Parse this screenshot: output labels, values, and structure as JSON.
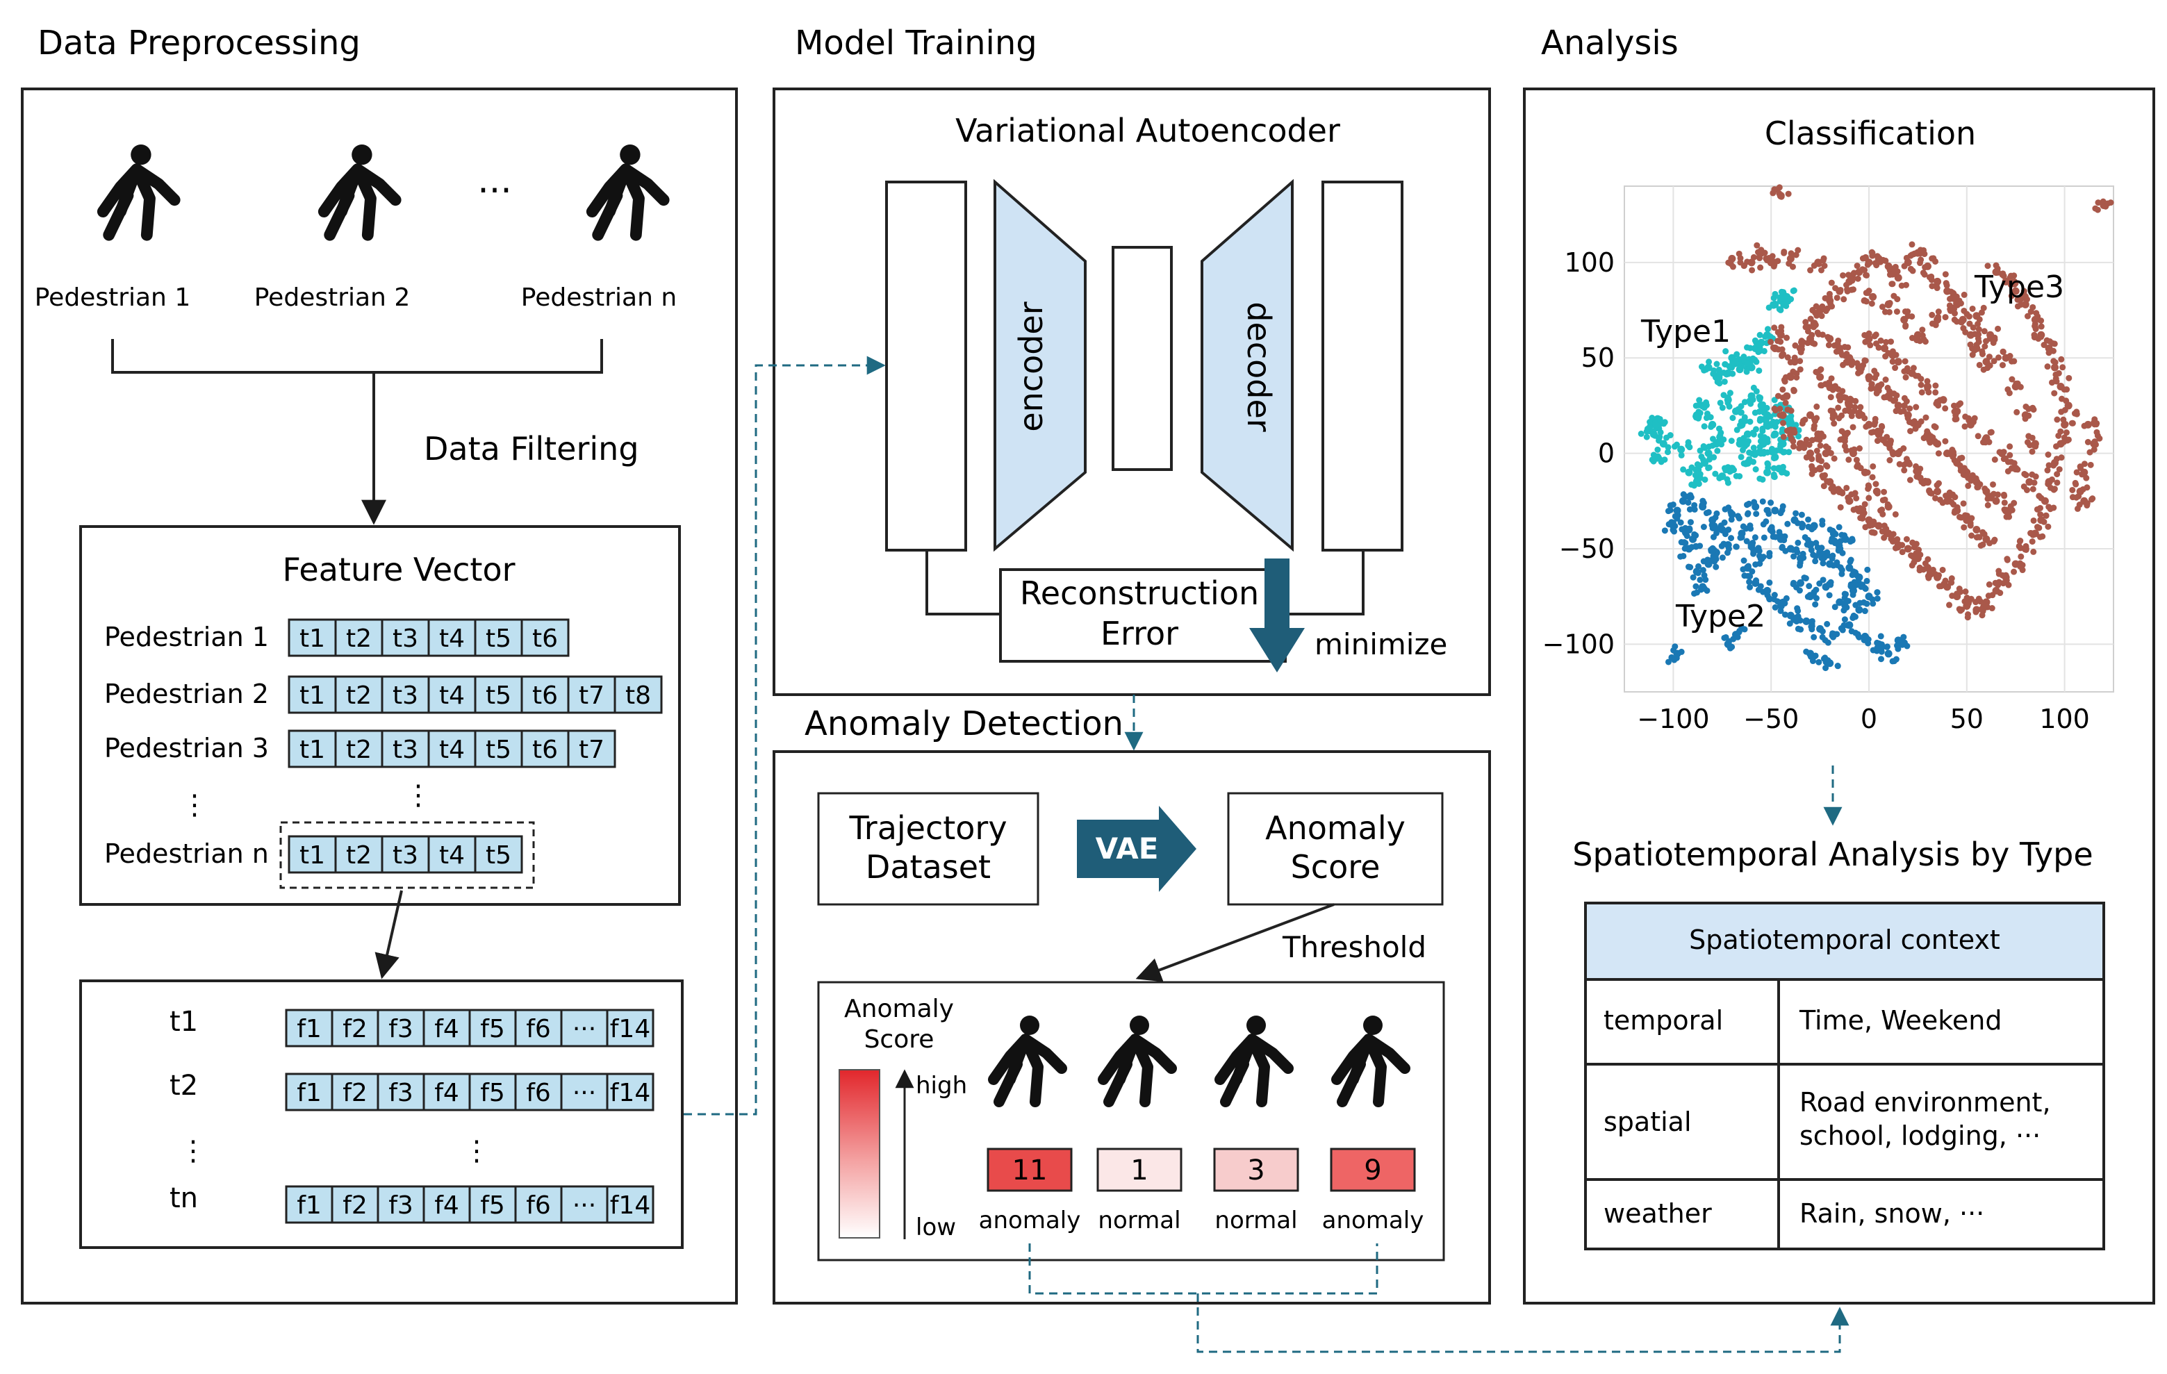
{
  "sections": {
    "preprocessing": "Data Preprocessing",
    "training": "Model Training",
    "analysis": "Analysis",
    "anomaly": "Anomaly Detection"
  },
  "preprocessing": {
    "pedestrians": [
      "Pedestrian 1",
      "Pedestrian 2",
      "Pedestrian n"
    ],
    "ellipsis": "···",
    "filtering": "Data Filtering",
    "feature_title": "Feature Vector",
    "rows": [
      {
        "label": "Pedestrian 1",
        "cells": [
          "t1",
          "t2",
          "t3",
          "t4",
          "t5",
          "t6"
        ]
      },
      {
        "label": "Pedestrian 2",
        "cells": [
          "t1",
          "t2",
          "t3",
          "t4",
          "t5",
          "t6",
          "t7",
          "t8"
        ]
      },
      {
        "label": "Pedestrian 3",
        "cells": [
          "t1",
          "t2",
          "t3",
          "t4",
          "t5",
          "t6",
          "t7"
        ]
      },
      {
        "label": "Pedestrian n",
        "cells": [
          "t1",
          "t2",
          "t3",
          "t4",
          "t5"
        ]
      }
    ],
    "vdots": "⋮",
    "frows": [
      {
        "label": "t1",
        "cells": [
          "f1",
          "f2",
          "f3",
          "f4",
          "f5",
          "f6",
          "···",
          "f14"
        ]
      },
      {
        "label": "t2",
        "cells": [
          "f1",
          "f2",
          "f3",
          "f4",
          "f5",
          "f6",
          "···",
          "f14"
        ]
      },
      {
        "label": "tn",
        "cells": [
          "f1",
          "f2",
          "f3",
          "f4",
          "f5",
          "f6",
          "···",
          "f14"
        ]
      }
    ]
  },
  "training": {
    "title": "Variational Autoencoder",
    "encoder": "encoder",
    "decoder": "decoder",
    "recon1": "Reconstruction",
    "recon2": "Error",
    "minimize": "minimize"
  },
  "anomaly": {
    "traj1": "Trajectory",
    "traj2": "Dataset",
    "vae": "VAE",
    "score1": "Anomaly",
    "score2": "Score",
    "threshold": "Threshold",
    "legend1": "Anomaly",
    "legend2": "Score",
    "high": "high",
    "low": "low",
    "results": [
      {
        "value": "11",
        "label": "anomaly",
        "color": "#e84b4b"
      },
      {
        "value": "1",
        "label": "normal",
        "color": "#fbe7e7"
      },
      {
        "value": "3",
        "label": "normal",
        "color": "#f7cccc"
      },
      {
        "value": "9",
        "label": "anomaly",
        "color": "#ee6565"
      }
    ]
  },
  "analysis": {
    "class_title": "Classification",
    "type1": "Type1",
    "type2": "Type2",
    "type3": "Type3",
    "st_title": "Spatiotemporal Analysis by Type",
    "table_header": "Spatiotemporal context",
    "table_rows": [
      {
        "key": "temporal",
        "val1": "Time, Weekend",
        "val2": ""
      },
      {
        "key": "spatial",
        "val1": "Road environment,",
        "val2": "school, lodging, ···"
      },
      {
        "key": "weather",
        "val1": "Rain, snow, ···",
        "val2": ""
      }
    ]
  },
  "chart_data": {
    "type": "scatter",
    "xlim": [
      -125,
      125
    ],
    "ylim": [
      -125,
      140
    ],
    "x_ticks": [
      -100,
      -50,
      0,
      50,
      100
    ],
    "y_ticks": [
      100,
      50,
      0,
      -50,
      -100
    ],
    "x_tick_labels": [
      "−100",
      "−50",
      "0",
      "50",
      "100"
    ],
    "y_tick_labels": [
      "100",
      "50",
      "0",
      "−50",
      "−100"
    ],
    "grid": true,
    "series": [
      {
        "name": "Type1",
        "color": "#1fbfc4",
        "points": [
          [
            -45,
            80
          ],
          [
            -42,
            82
          ],
          [
            -48,
            78
          ],
          [
            -52,
            62
          ],
          [
            -55,
            58
          ],
          [
            -58,
            55
          ],
          [
            -62,
            48
          ],
          [
            -66,
            44
          ],
          [
            -72,
            42
          ],
          [
            -78,
            40
          ],
          [
            -82,
            45
          ],
          [
            -70,
            50
          ],
          [
            -60,
            45
          ],
          [
            -85,
            25
          ],
          [
            -88,
            20
          ],
          [
            -80,
            15
          ],
          [
            -78,
            5
          ],
          [
            -82,
            0
          ],
          [
            -84,
            -5
          ],
          [
            -72,
            28
          ],
          [
            -68,
            22
          ],
          [
            -65,
            15
          ],
          [
            -62,
            10
          ],
          [
            -66,
            5
          ],
          [
            -60,
            30
          ],
          [
            -55,
            25
          ],
          [
            -52,
            20
          ],
          [
            -50,
            15
          ],
          [
            -48,
            10
          ],
          [
            -54,
            5
          ],
          [
            -58,
            0
          ],
          [
            -62,
            -5
          ],
          [
            -45,
            25
          ],
          [
            -42,
            18
          ],
          [
            -40,
            12
          ],
          [
            -44,
            5
          ],
          [
            -48,
            -2
          ],
          [
            -108,
            18
          ],
          [
            -110,
            10
          ],
          [
            -105,
            5
          ],
          [
            -108,
            -2
          ],
          [
            -112,
            12
          ],
          [
            -92,
            -10
          ],
          [
            -88,
            -15
          ],
          [
            -96,
            2
          ],
          [
            -70,
            -8
          ],
          [
            -75,
            -12
          ],
          [
            -52,
            -10
          ],
          [
            -46,
            -8
          ]
        ]
      },
      {
        "name": "Type2",
        "color": "#1a78b4",
        "points": [
          [
            -95,
            -25
          ],
          [
            -98,
            -30
          ],
          [
            -100,
            -38
          ],
          [
            -92,
            -40
          ],
          [
            -90,
            -45
          ],
          [
            -85,
            -28
          ],
          [
            -80,
            -35
          ],
          [
            -75,
            -40
          ],
          [
            -70,
            -32
          ],
          [
            -72,
            -48
          ],
          [
            -78,
            -52
          ],
          [
            -82,
            -58
          ],
          [
            -88,
            -62
          ],
          [
            -85,
            -70
          ],
          [
            -92,
            -50
          ],
          [
            -65,
            -42
          ],
          [
            -60,
            -48
          ],
          [
            -55,
            -55
          ],
          [
            -50,
            -40
          ],
          [
            -45,
            -45
          ],
          [
            -40,
            -50
          ],
          [
            -35,
            -55
          ],
          [
            -30,
            -48
          ],
          [
            -25,
            -52
          ],
          [
            -20,
            -58
          ],
          [
            -15,
            -50
          ],
          [
            -10,
            -60
          ],
          [
            -5,
            -65
          ],
          [
            -12,
            -45
          ],
          [
            -18,
            -42
          ],
          [
            -28,
            -38
          ],
          [
            -38,
            -35
          ],
          [
            -48,
            -30
          ],
          [
            -58,
            -28
          ],
          [
            -62,
            -60
          ],
          [
            -58,
            -68
          ],
          [
            -52,
            -72
          ],
          [
            -45,
            -80
          ],
          [
            -40,
            -85
          ],
          [
            -32,
            -88
          ],
          [
            -25,
            -92
          ],
          [
            -18,
            -95
          ],
          [
            -10,
            -90
          ],
          [
            -5,
            -82
          ],
          [
            0,
            -75
          ],
          [
            -2,
            -96
          ],
          [
            5,
            -100
          ],
          [
            10,
            -105
          ],
          [
            15,
            -98
          ],
          [
            -30,
            -75
          ],
          [
            -22,
            -70
          ],
          [
            -15,
            -78
          ],
          [
            -8,
            -72
          ],
          [
            -35,
            -68
          ],
          [
            -68,
            -95
          ],
          [
            -72,
            -100
          ],
          [
            -98,
            -105
          ],
          [
            -30,
            -105
          ],
          [
            -20,
            -110
          ]
        ]
      },
      {
        "name": "Type3",
        "color": "#a9584a",
        "points": [
          [
            -5,
            95
          ],
          [
            0,
            100
          ],
          [
            5,
            102
          ],
          [
            10,
            98
          ],
          [
            15,
            92
          ],
          [
            20,
            100
          ],
          [
            25,
            105
          ],
          [
            30,
            98
          ],
          [
            35,
            90
          ],
          [
            40,
            85
          ],
          [
            45,
            80
          ],
          [
            48,
            70
          ],
          [
            52,
            62
          ],
          [
            55,
            55
          ],
          [
            60,
            48
          ],
          [
            -10,
            90
          ],
          [
            -15,
            85
          ],
          [
            -20,
            80
          ],
          [
            -25,
            75
          ],
          [
            -28,
            68
          ],
          [
            -30,
            60
          ],
          [
            -35,
            55
          ],
          [
            -38,
            48
          ],
          [
            -40,
            40
          ],
          [
            -42,
            30
          ],
          [
            -44,
            20
          ],
          [
            -40,
            12
          ],
          [
            -35,
            5
          ],
          [
            -30,
            0
          ],
          [
            -25,
            -8
          ],
          [
            -20,
            -15
          ],
          [
            -15,
            -20
          ],
          [
            -10,
            -25
          ],
          [
            -5,
            -30
          ],
          [
            0,
            -35
          ],
          [
            5,
            -38
          ],
          [
            10,
            -42
          ],
          [
            15,
            -48
          ],
          [
            20,
            -50
          ],
          [
            25,
            -55
          ],
          [
            30,
            -60
          ],
          [
            35,
            -65
          ],
          [
            40,
            -70
          ],
          [
            45,
            -75
          ],
          [
            50,
            -80
          ],
          [
            55,
            -82
          ],
          [
            60,
            -78
          ],
          [
            65,
            -72
          ],
          [
            70,
            -65
          ],
          [
            75,
            -58
          ],
          [
            80,
            -50
          ],
          [
            85,
            -42
          ],
          [
            88,
            -35
          ],
          [
            90,
            -25
          ],
          [
            92,
            -15
          ],
          [
            95,
            -5
          ],
          [
            98,
            5
          ],
          [
            100,
            15
          ],
          [
            102,
            25
          ],
          [
            98,
            35
          ],
          [
            95,
            45
          ],
          [
            92,
            55
          ],
          [
            88,
            62
          ],
          [
            85,
            70
          ],
          [
            80,
            78
          ],
          [
            75,
            85
          ],
          [
            70,
            90
          ],
          [
            65,
            95
          ],
          [
            -20,
            60
          ],
          [
            -15,
            55
          ],
          [
            -10,
            50
          ],
          [
            -5,
            45
          ],
          [
            0,
            40
          ],
          [
            5,
            35
          ],
          [
            10,
            30
          ],
          [
            15,
            25
          ],
          [
            20,
            20
          ],
          [
            25,
            15
          ],
          [
            30,
            10
          ],
          [
            35,
            5
          ],
          [
            40,
            0
          ],
          [
            45,
            -5
          ],
          [
            50,
            -10
          ],
          [
            55,
            -15
          ],
          [
            60,
            -20
          ],
          [
            65,
            -25
          ],
          [
            70,
            -30
          ],
          [
            -15,
            30
          ],
          [
            -10,
            25
          ],
          [
            -5,
            20
          ],
          [
            0,
            15
          ],
          [
            5,
            10
          ],
          [
            10,
            5
          ],
          [
            15,
            0
          ],
          [
            20,
            -5
          ],
          [
            25,
            -10
          ],
          [
            30,
            -15
          ],
          [
            35,
            -20
          ],
          [
            40,
            -25
          ],
          [
            45,
            -30
          ],
          [
            50,
            -35
          ],
          [
            55,
            -40
          ],
          [
            60,
            -45
          ],
          [
            -25,
            40
          ],
          [
            -20,
            35
          ],
          [
            -18,
            20
          ],
          [
            -12,
            10
          ],
          [
            -8,
            0
          ],
          [
            -2,
            -10
          ],
          [
            4,
            -20
          ],
          [
            10,
            -28
          ],
          [
            -30,
            20
          ],
          [
            -26,
            10
          ],
          [
            -22,
            0
          ],
          [
            0,
            60
          ],
          [
            8,
            55
          ],
          [
            15,
            48
          ],
          [
            22,
            42
          ],
          [
            30,
            35
          ],
          [
            38,
            28
          ],
          [
            45,
            22
          ],
          [
            52,
            15
          ],
          [
            60,
            8
          ],
          [
            68,
            0
          ],
          [
            75,
            -8
          ],
          [
            82,
            -15
          ],
          [
            85,
            5
          ],
          [
            80,
            20
          ],
          [
            75,
            35
          ],
          [
            70,
            50
          ],
          [
            62,
            62
          ],
          [
            55,
            72
          ],
          [
            45,
            78
          ],
          [
            35,
            70
          ],
          [
            25,
            62
          ],
          [
            18,
            70
          ],
          [
            10,
            78
          ],
          [
            2,
            82
          ],
          [
            112,
            15
          ],
          [
            115,
            5
          ],
          [
            110,
            -10
          ],
          [
            108,
            -20
          ],
          [
            110,
            -25
          ],
          [
            -45,
            62
          ],
          [
            -48,
            55
          ],
          [
            -26,
            100
          ],
          [
            -40,
            102
          ],
          [
            -55,
            105
          ],
          [
            -60,
            100
          ],
          [
            -70,
            102
          ],
          [
            -50,
            100
          ],
          [
            120,
            130
          ],
          [
            -45,
            135
          ]
        ]
      }
    ]
  }
}
